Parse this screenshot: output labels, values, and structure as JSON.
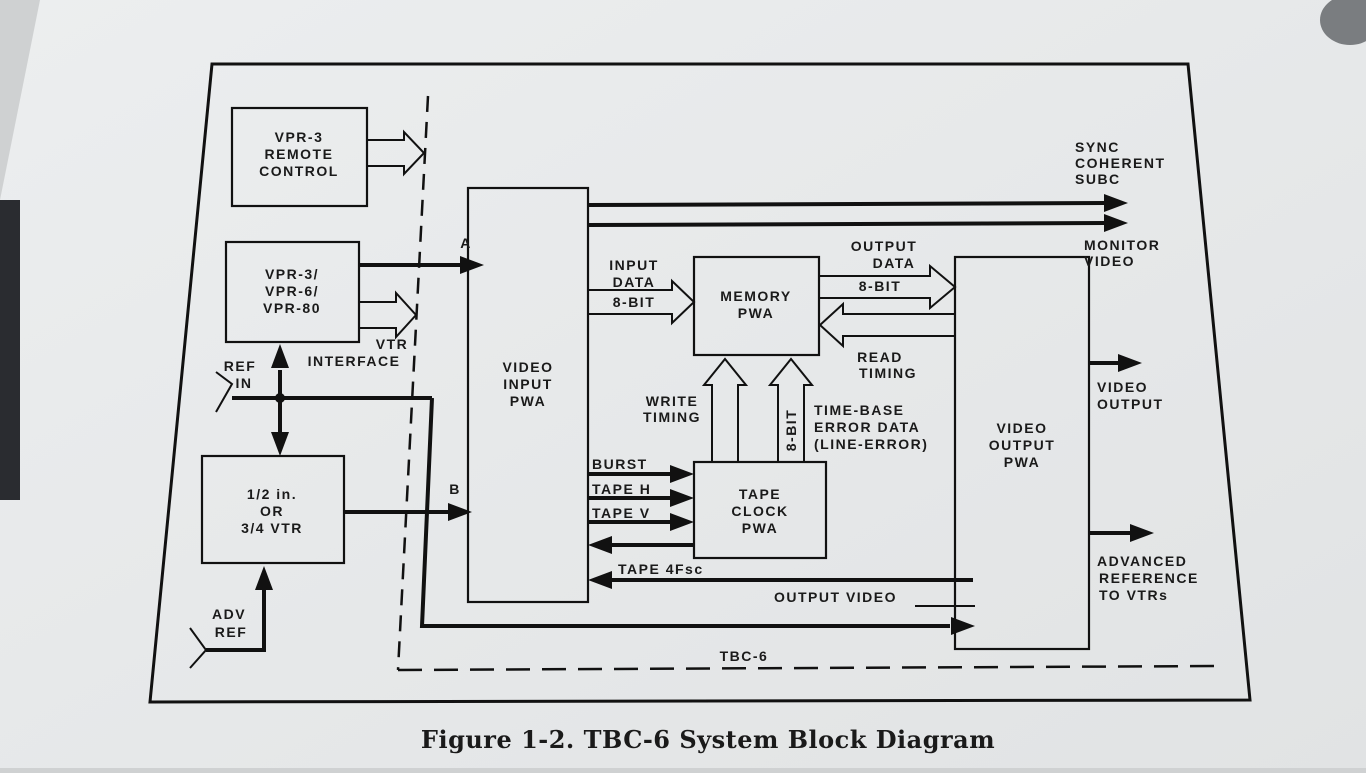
{
  "figure": {
    "caption": "Figure 1-2.  TBC-6 System Block Diagram",
    "boundary_label": "TBC-6"
  },
  "blocks": {
    "remote_control": [
      "VPR-3",
      "REMOTE",
      "CONTROL"
    ],
    "vpr": [
      "VPR-3/",
      "VPR-6/",
      "VPR-80"
    ],
    "vtr": [
      "1/2 in.",
      "OR",
      "3/4 VTR"
    ],
    "video_input": [
      "VIDEO",
      "INPUT",
      "PWA"
    ],
    "memory": [
      "MEMORY",
      "PWA"
    ],
    "tape_clock": [
      "TAPE",
      "CLOCK",
      "PWA"
    ],
    "video_output": [
      "VIDEO",
      "OUTPUT",
      "PWA"
    ]
  },
  "labels": {
    "ref_in": [
      "REF",
      "IN"
    ],
    "adv_ref": [
      "ADV",
      "REF"
    ],
    "vtr_interface": [
      "VTR",
      "INTERFACE"
    ],
    "path_a": "A",
    "path_b": "B",
    "input_data": [
      "INPUT",
      "DATA",
      "8-BIT"
    ],
    "output_data": [
      "OUTPUT",
      "DATA",
      "8-BIT"
    ],
    "read_timing": [
      "READ",
      "TIMING"
    ],
    "write_timing": [
      "WRITE",
      "TIMING"
    ],
    "eight_bit_vertical": "8-BIT",
    "time_base_error": [
      "TIME-BASE",
      "ERROR DATA",
      "(LINE-ERROR)"
    ],
    "burst": "BURST",
    "tape_h": "TAPE H",
    "tape_v": "TAPE V",
    "tape_4fsc": "TAPE 4Fsc",
    "output_video": "OUTPUT VIDEO",
    "sync_coherent": [
      "SYNC",
      "COHERENT",
      "SUBC"
    ],
    "monitor_video": [
      "MONITOR",
      "VIDEO"
    ],
    "video_output_out": [
      "VIDEO",
      "OUTPUT"
    ],
    "advanced_reference": [
      "ADVANCED",
      "REFERENCE",
      "TO VTRs"
    ]
  },
  "colors": {
    "ink": "#111111",
    "paper": "#e9ebec",
    "background": "#cfd1d2"
  }
}
